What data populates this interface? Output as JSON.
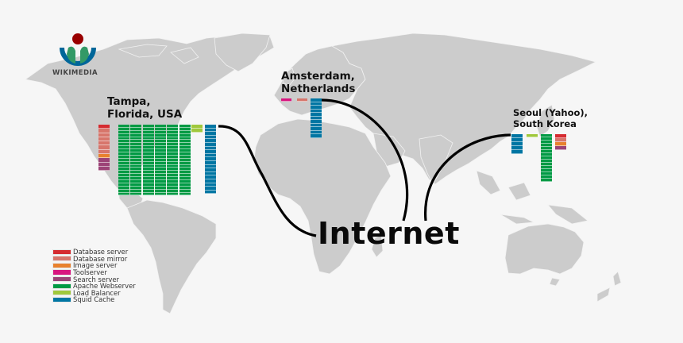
{
  "title": "Wikimedia server infrastructure map",
  "logo": {
    "text": "WIKIMEDIA",
    "colors": {
      "ring": "#006699",
      "body": "#339966",
      "dot": "#990000"
    }
  },
  "colors": {
    "background": "#f6f6f6",
    "land": "#cccccc",
    "border": "#f2f2f2",
    "db_server": "#d52b30",
    "db_mirror": "#d7756b",
    "image_server": "#e8812e",
    "toolserver": "#d8157f",
    "search_server": "#9c4377",
    "apache": "#009a44",
    "load_balancer": "#a0c83c",
    "squid": "#0076a3",
    "line": "#000000"
  },
  "sites": {
    "tampa": {
      "line1": "Tampa,",
      "line2": "Florida, USA"
    },
    "amsterdam": {
      "line1": "Amsterdam,",
      "line2": "Netherlands"
    },
    "seoul": {
      "line1": "Seoul (Yahoo),",
      "line2": "South Korea"
    }
  },
  "hub": {
    "label": "Internet"
  },
  "legend": {
    "items": [
      {
        "label": "Database server",
        "color": "#d52b30"
      },
      {
        "label": "Database mirror",
        "color": "#d7756b"
      },
      {
        "label": "Image server",
        "color": "#e8812e"
      },
      {
        "label": "Toolserver",
        "color": "#d8157f"
      },
      {
        "label": "Search server",
        "color": "#9c4377"
      },
      {
        "label": "Apache Webserver",
        "color": "#009a44"
      },
      {
        "label": "Load Balancer",
        "color": "#a0c83c"
      },
      {
        "label": "Squid Cache",
        "color": "#0076a3"
      }
    ]
  },
  "racks": {
    "tampa": {
      "db_column": [
        "#d52b30",
        "#d7756b",
        "#d7756b",
        "#d7756b",
        "#d7756b",
        "#d7756b",
        "#d7756b",
        "#e8812e",
        "#9c4377",
        "#9c4377",
        "#9c4377"
      ],
      "apache_columns": 6,
      "apache_rows": 23,
      "load_balancer": 2,
      "squid": 19
    },
    "amsterdam": {
      "toolserver": 1,
      "db_mirror": 1,
      "squid": 11
    },
    "seoul": {
      "squid": 5,
      "load_balancer": 1,
      "apache": 15,
      "db_column": [
        "#d52b30",
        "#d7756b",
        "#e8812e",
        "#9c4377"
      ]
    }
  }
}
